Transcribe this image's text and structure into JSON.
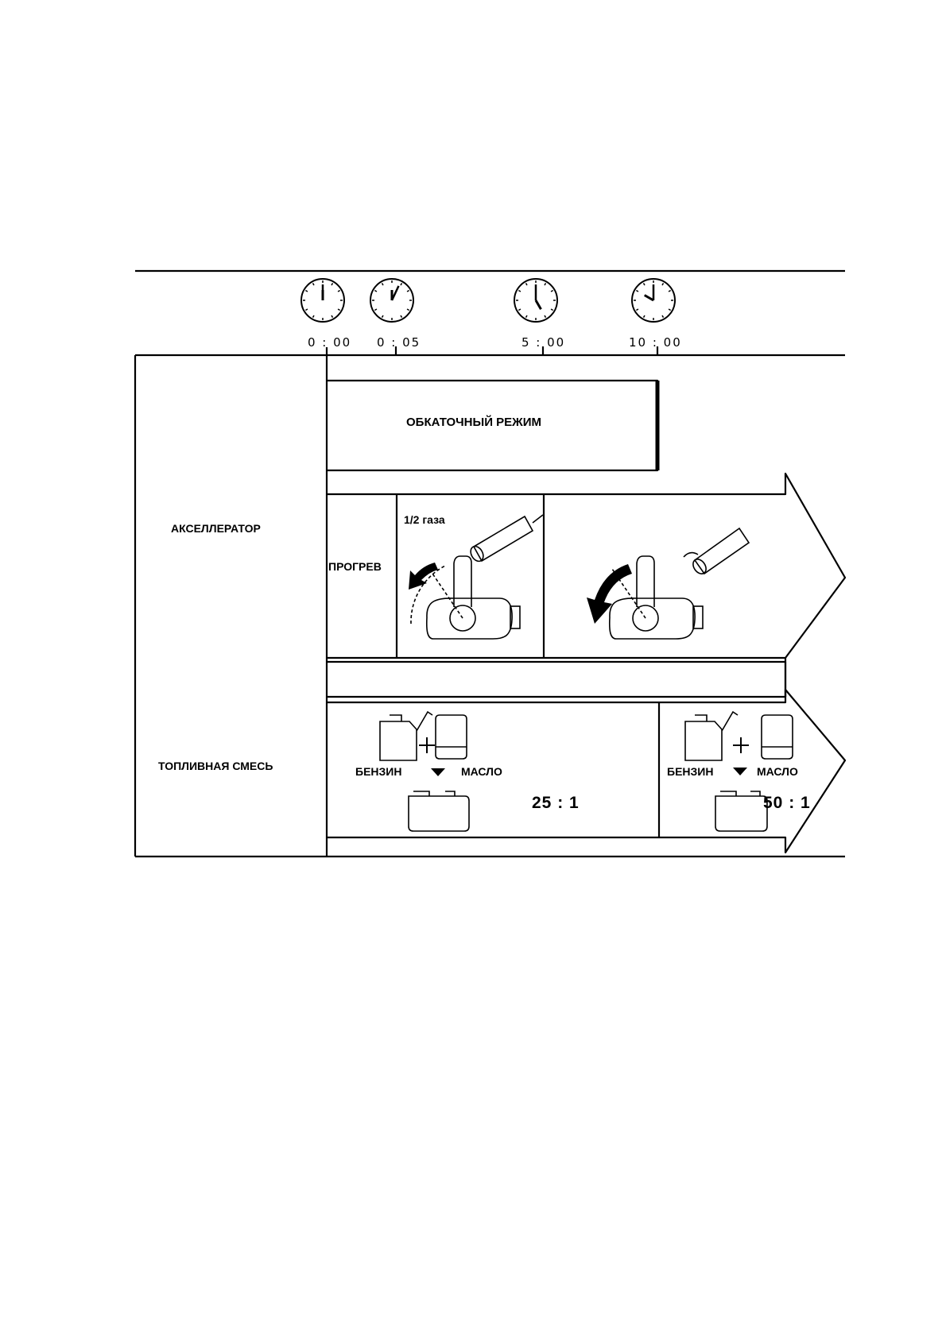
{
  "timeline": {
    "marks": [
      "0 : 00",
      "0 : 05",
      "5 : 00",
      "10 : 00"
    ]
  },
  "rows": {
    "accelerator_label": "АКСЕЛЛЕРАТОР",
    "fuel_mix_label": "ТОПЛИВНАЯ СМЕСЬ"
  },
  "break_in": {
    "label": "ОБКАТОЧНЫЙ РЕЖИМ"
  },
  "accelerator": {
    "warmup_label": "ПРОГРЕВ",
    "half_throttle_label": "1/2 газа"
  },
  "fuel": {
    "first_period": {
      "gasoline_label": "БЕНЗИН",
      "oil_label": "МАСЛО",
      "ratio": "25 : 1"
    },
    "second_period": {
      "gasoline_label": "БЕНЗИН",
      "oil_label": "МАСЛО",
      "ratio": "50 : 1"
    }
  },
  "icons": [
    "clock-icon",
    "throttle-lever-icon",
    "throttle-grip-icon",
    "arrow-icon",
    "fuel-canister-icon",
    "oil-can-icon",
    "mixed-fuel-tank-icon",
    "plus-icon",
    "down-arrow-icon"
  ]
}
